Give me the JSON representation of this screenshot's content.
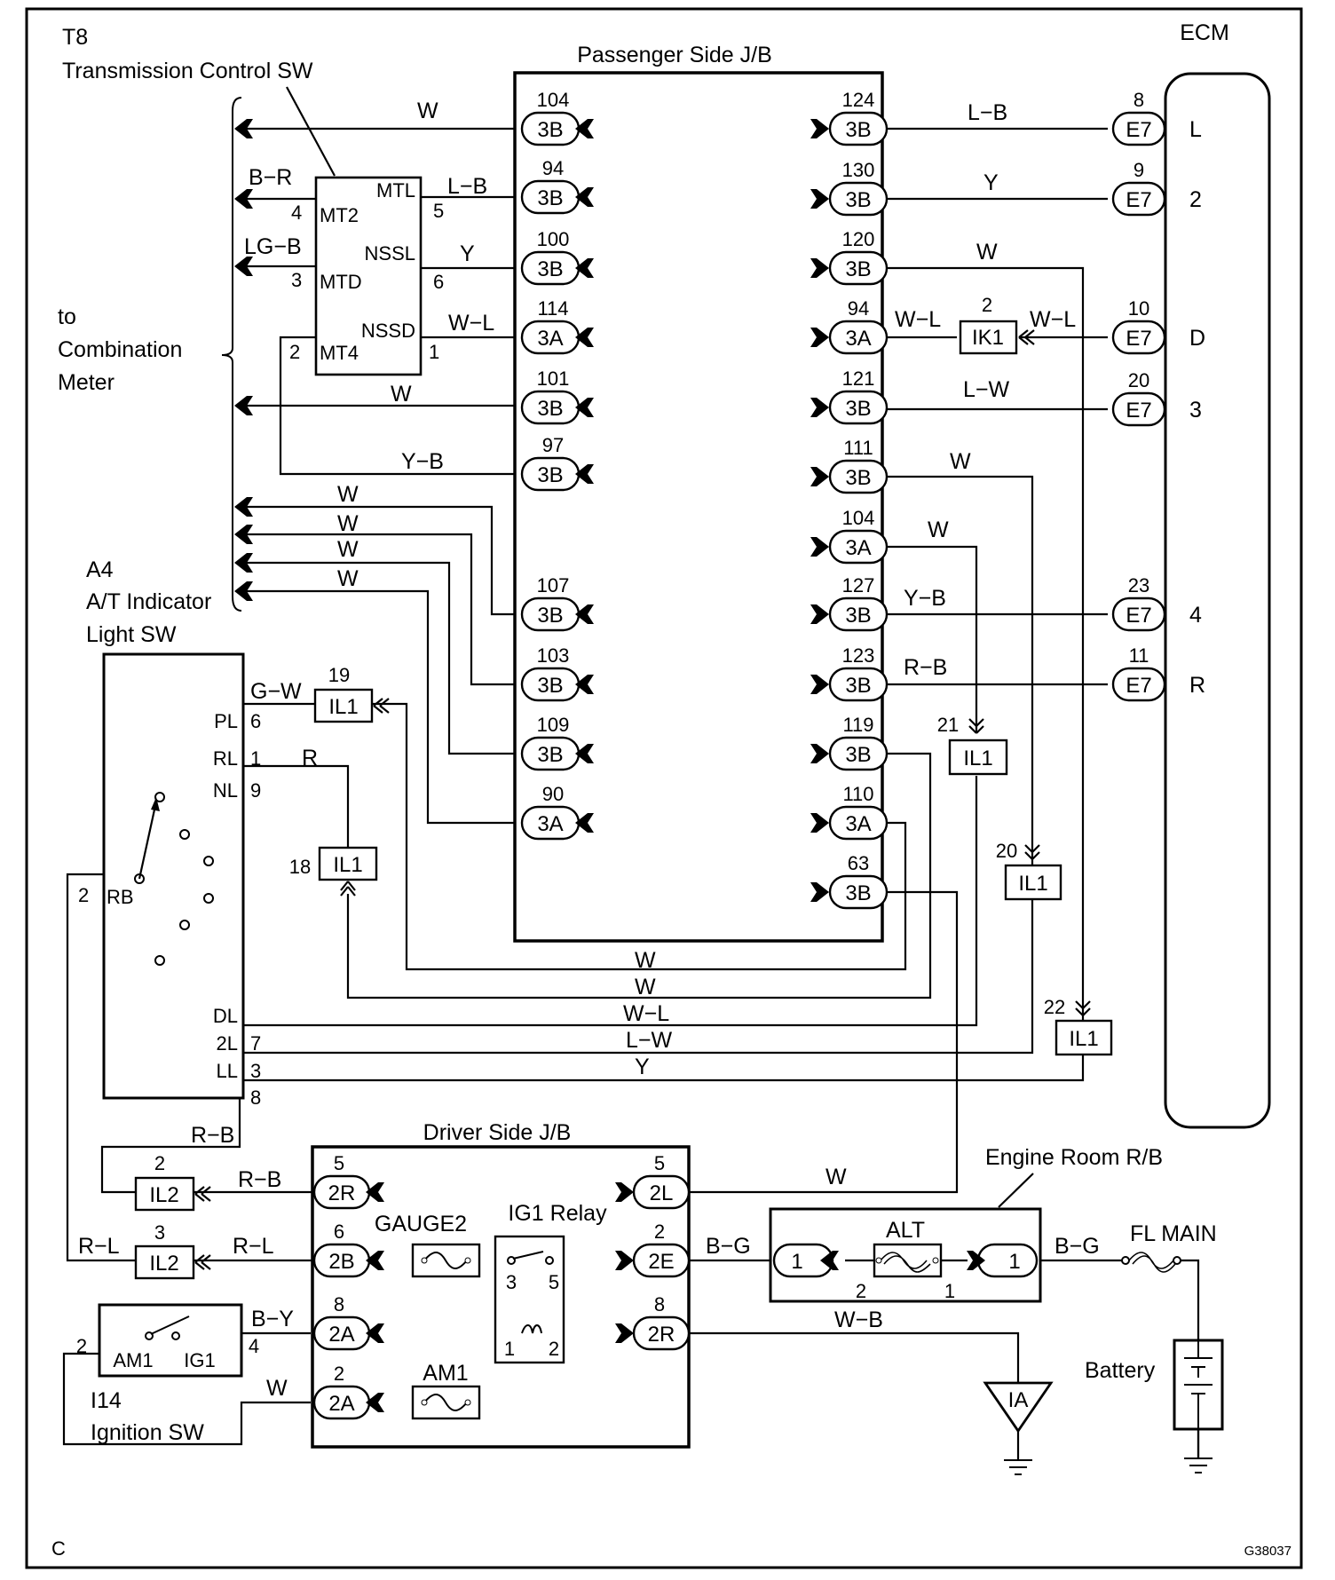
{
  "footer": {
    "corner_code": "C",
    "figure_code": "G38037"
  },
  "components": {
    "ecm": "ECM",
    "passenger_jb": "Passenger Side J/B",
    "driver_jb": "Driver Side J/B",
    "engine_room_rb": "Engine Room R/B",
    "t8_code": "T8",
    "t8_name": "Transmission Control SW",
    "a4_code": "A4",
    "a4_name_1": "A/T Indicator",
    "a4_name_2": "Light SW",
    "i14_code": "I14",
    "i14_name": "Ignition SW",
    "combo_1": "to",
    "combo_2": "Combination",
    "combo_3": "Meter",
    "battery": "Battery",
    "fl_main": "FL MAIN",
    "alt": "ALT",
    "gauge2": "GAUGE2",
    "am1_fuse": "AM1",
    "ig1_relay": "IG1 Relay",
    "ground": "IA"
  },
  "pj_left": [
    {
      "pin": "104",
      "conn": "3B"
    },
    {
      "pin": "94",
      "conn": "3B"
    },
    {
      "pin": "100",
      "conn": "3B"
    },
    {
      "pin": "114",
      "conn": "3A"
    },
    {
      "pin": "101",
      "conn": "3B"
    },
    {
      "pin": "97",
      "conn": "3B"
    },
    {
      "pin": "107",
      "conn": "3B"
    },
    {
      "pin": "103",
      "conn": "3B"
    },
    {
      "pin": "109",
      "conn": "3B"
    },
    {
      "pin": "90",
      "conn": "3A"
    }
  ],
  "pj_right": [
    {
      "pin": "124",
      "conn": "3B"
    },
    {
      "pin": "130",
      "conn": "3B"
    },
    {
      "pin": "120",
      "conn": "3B"
    },
    {
      "pin": "94",
      "conn": "3A"
    },
    {
      "pin": "121",
      "conn": "3B"
    },
    {
      "pin": "111",
      "conn": "3B"
    },
    {
      "pin": "104",
      "conn": "3A"
    },
    {
      "pin": "127",
      "conn": "3B"
    },
    {
      "pin": "123",
      "conn": "3B"
    },
    {
      "pin": "119",
      "conn": "3B"
    },
    {
      "pin": "110",
      "conn": "3A"
    },
    {
      "pin": "63",
      "conn": "3B"
    }
  ],
  "ecm_pins": [
    {
      "pin": "8",
      "conn": "E7",
      "sig": "L"
    },
    {
      "pin": "9",
      "conn": "E7",
      "sig": "2"
    },
    {
      "pin": "10",
      "conn": "E7",
      "sig": "D"
    },
    {
      "pin": "20",
      "conn": "E7",
      "sig": "3"
    },
    {
      "pin": "23",
      "conn": "E7",
      "sig": "4"
    },
    {
      "pin": "11",
      "conn": "E7",
      "sig": "R"
    }
  ],
  "t8_terms": {
    "mtl": "MTL",
    "mt2": "MT2",
    "nssl": "NSSL",
    "mtd": "MTD",
    "nssd": "NSSD",
    "mt4": "MT4",
    "p5": "5",
    "p4": "4",
    "p6": "6",
    "p3": "3",
    "p1": "1",
    "p2": "2"
  },
  "a4_terms": {
    "pl": "PL",
    "rl": "RL",
    "nl": "NL",
    "rb": "RB",
    "dl": "DL",
    "l2": "2L",
    "ll": "LL",
    "p6": "6",
    "p1": "1",
    "p9": "9",
    "p2": "2",
    "p7": "7",
    "p3": "3",
    "p8": "8"
  },
  "inline": {
    "il1_19": {
      "pin": "19",
      "conn": "IL1"
    },
    "il1_18": {
      "pin": "18",
      "conn": "IL1"
    },
    "il1_21": {
      "pin": "21",
      "conn": "IL1"
    },
    "il1_20": {
      "pin": "20",
      "conn": "IL1"
    },
    "il1_22": {
      "pin": "22",
      "conn": "IL1"
    },
    "ik1": {
      "pin": "2",
      "conn": "IK1"
    },
    "il2_2": {
      "pin": "2",
      "conn": "IL2"
    },
    "il2_3": {
      "pin": "3",
      "conn": "IL2"
    }
  },
  "djb": {
    "l1": {
      "pin": "5",
      "conn": "2R"
    },
    "l2": {
      "pin": "6",
      "conn": "2B"
    },
    "l3": {
      "pin": "8",
      "conn": "2A"
    },
    "l4": {
      "pin": "2",
      "conn": "2A"
    },
    "r1": {
      "pin": "5",
      "conn": "2L"
    },
    "r2": {
      "pin": "2",
      "conn": "2E"
    },
    "r3": {
      "pin": "8",
      "conn": "2R"
    }
  },
  "relay_pins": {
    "p3": "3",
    "p5": "5",
    "p1": "1",
    "p2": "2"
  },
  "erb": {
    "left": "1",
    "right": "1",
    "alt_l": "2",
    "alt_r": "1"
  },
  "ign_terms": {
    "am1": "AM1",
    "ig1": "IG1",
    "p2": "2",
    "p4": "4"
  },
  "wires": {
    "w_104": "W",
    "w_b_r": "B−R",
    "w_lg_b": "LG−B",
    "w_l_b_94": "L−B",
    "w_y_100": "Y",
    "w_w_l_114": "W−L",
    "w_w_101": "W",
    "w_y_b_97": "Y−B",
    "w_w_c1": "W",
    "w_w_c2": "W",
    "w_w_c3": "W",
    "w_w_c4": "W",
    "w_l_b_ecm": "L−B",
    "w_y_ecm": "Y",
    "w_w_120": "W",
    "w_w_l_pj": "W−L",
    "w_w_l_ecm": "W−L",
    "w_l_w_ecm": "L−W",
    "w_w_111": "W",
    "w_w_104r": "W",
    "w_y_b_ecm": "Y−B",
    "w_r_b_ecm": "R−B",
    "w_g_w": "G−W",
    "w_r": "R",
    "w_bot_w1": "W",
    "w_bot_w2": "W",
    "w_bot_wl": "W−L",
    "w_bot_lw": "L−W",
    "w_bot_y": "Y",
    "w_r_b_a": "R−B",
    "w_r_b_b": "R−B",
    "w_r_l_a": "R−L",
    "w_r_l_b": "R−L",
    "w_b_y": "B−Y",
    "w_w_ign": "W",
    "w_w_2l": "W",
    "w_b_g_1": "B−G",
    "w_b_g_2": "B−G",
    "w_w_b": "W−B"
  }
}
